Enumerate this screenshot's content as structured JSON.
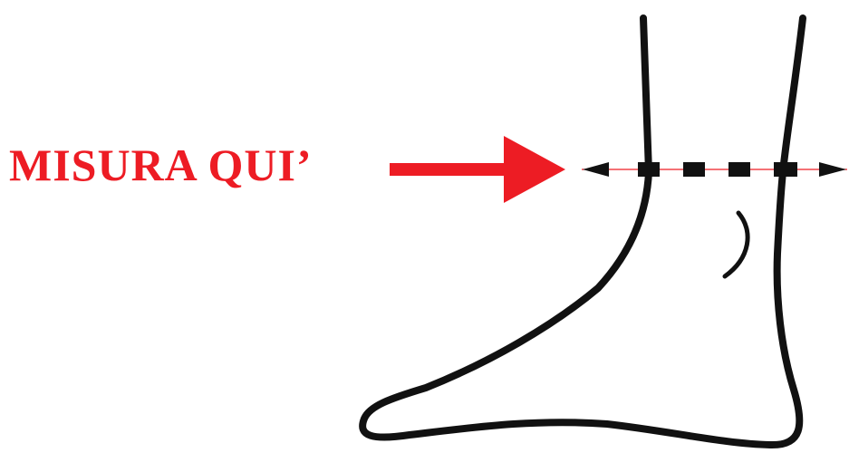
{
  "instruction": {
    "text": "MISURA QUI’"
  },
  "colors": {
    "accent": "#ed1c24",
    "outline": "#111111",
    "background": "#ffffff"
  },
  "icons": {
    "pointer": "arrow-right-icon",
    "measure": "dashed-measuring-line",
    "subject": "foot-ankle-outline"
  }
}
